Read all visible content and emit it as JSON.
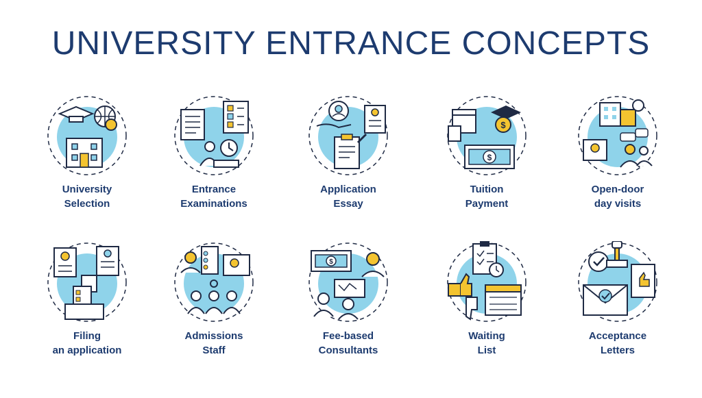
{
  "title": "UNIVERSITY ENTRANCE CONCEPTS",
  "colors": {
    "navy": "#1d3b6f",
    "accent": "#8fd3ea",
    "yellow": "#f4c430",
    "stroke": "#1f2a44"
  },
  "concepts": [
    {
      "icon": "university-selection-icon",
      "line1": "University",
      "line2": "Selection"
    },
    {
      "icon": "entrance-examinations-icon",
      "line1": "Entrance",
      "line2": "Examinations"
    },
    {
      "icon": "application-essay-icon",
      "line1": "Application",
      "line2": "Essay"
    },
    {
      "icon": "tuition-payment-icon",
      "line1": "Tuition",
      "line2": "Payment"
    },
    {
      "icon": "open-door-day-visits-icon",
      "line1": "Open-door",
      "line2": "day visits"
    },
    {
      "icon": "filing-application-icon",
      "line1": "Filing",
      "line2": "an application"
    },
    {
      "icon": "admissions-staff-icon",
      "line1": "Admissions",
      "line2": "Staff"
    },
    {
      "icon": "fee-based-consultants-icon",
      "line1": "Fee-based",
      "line2": "Consultants"
    },
    {
      "icon": "waiting-list-icon",
      "line1": "Waiting",
      "line2": "List"
    },
    {
      "icon": "acceptance-letters-icon",
      "line1": "Acceptance",
      "line2": "Letters"
    }
  ]
}
